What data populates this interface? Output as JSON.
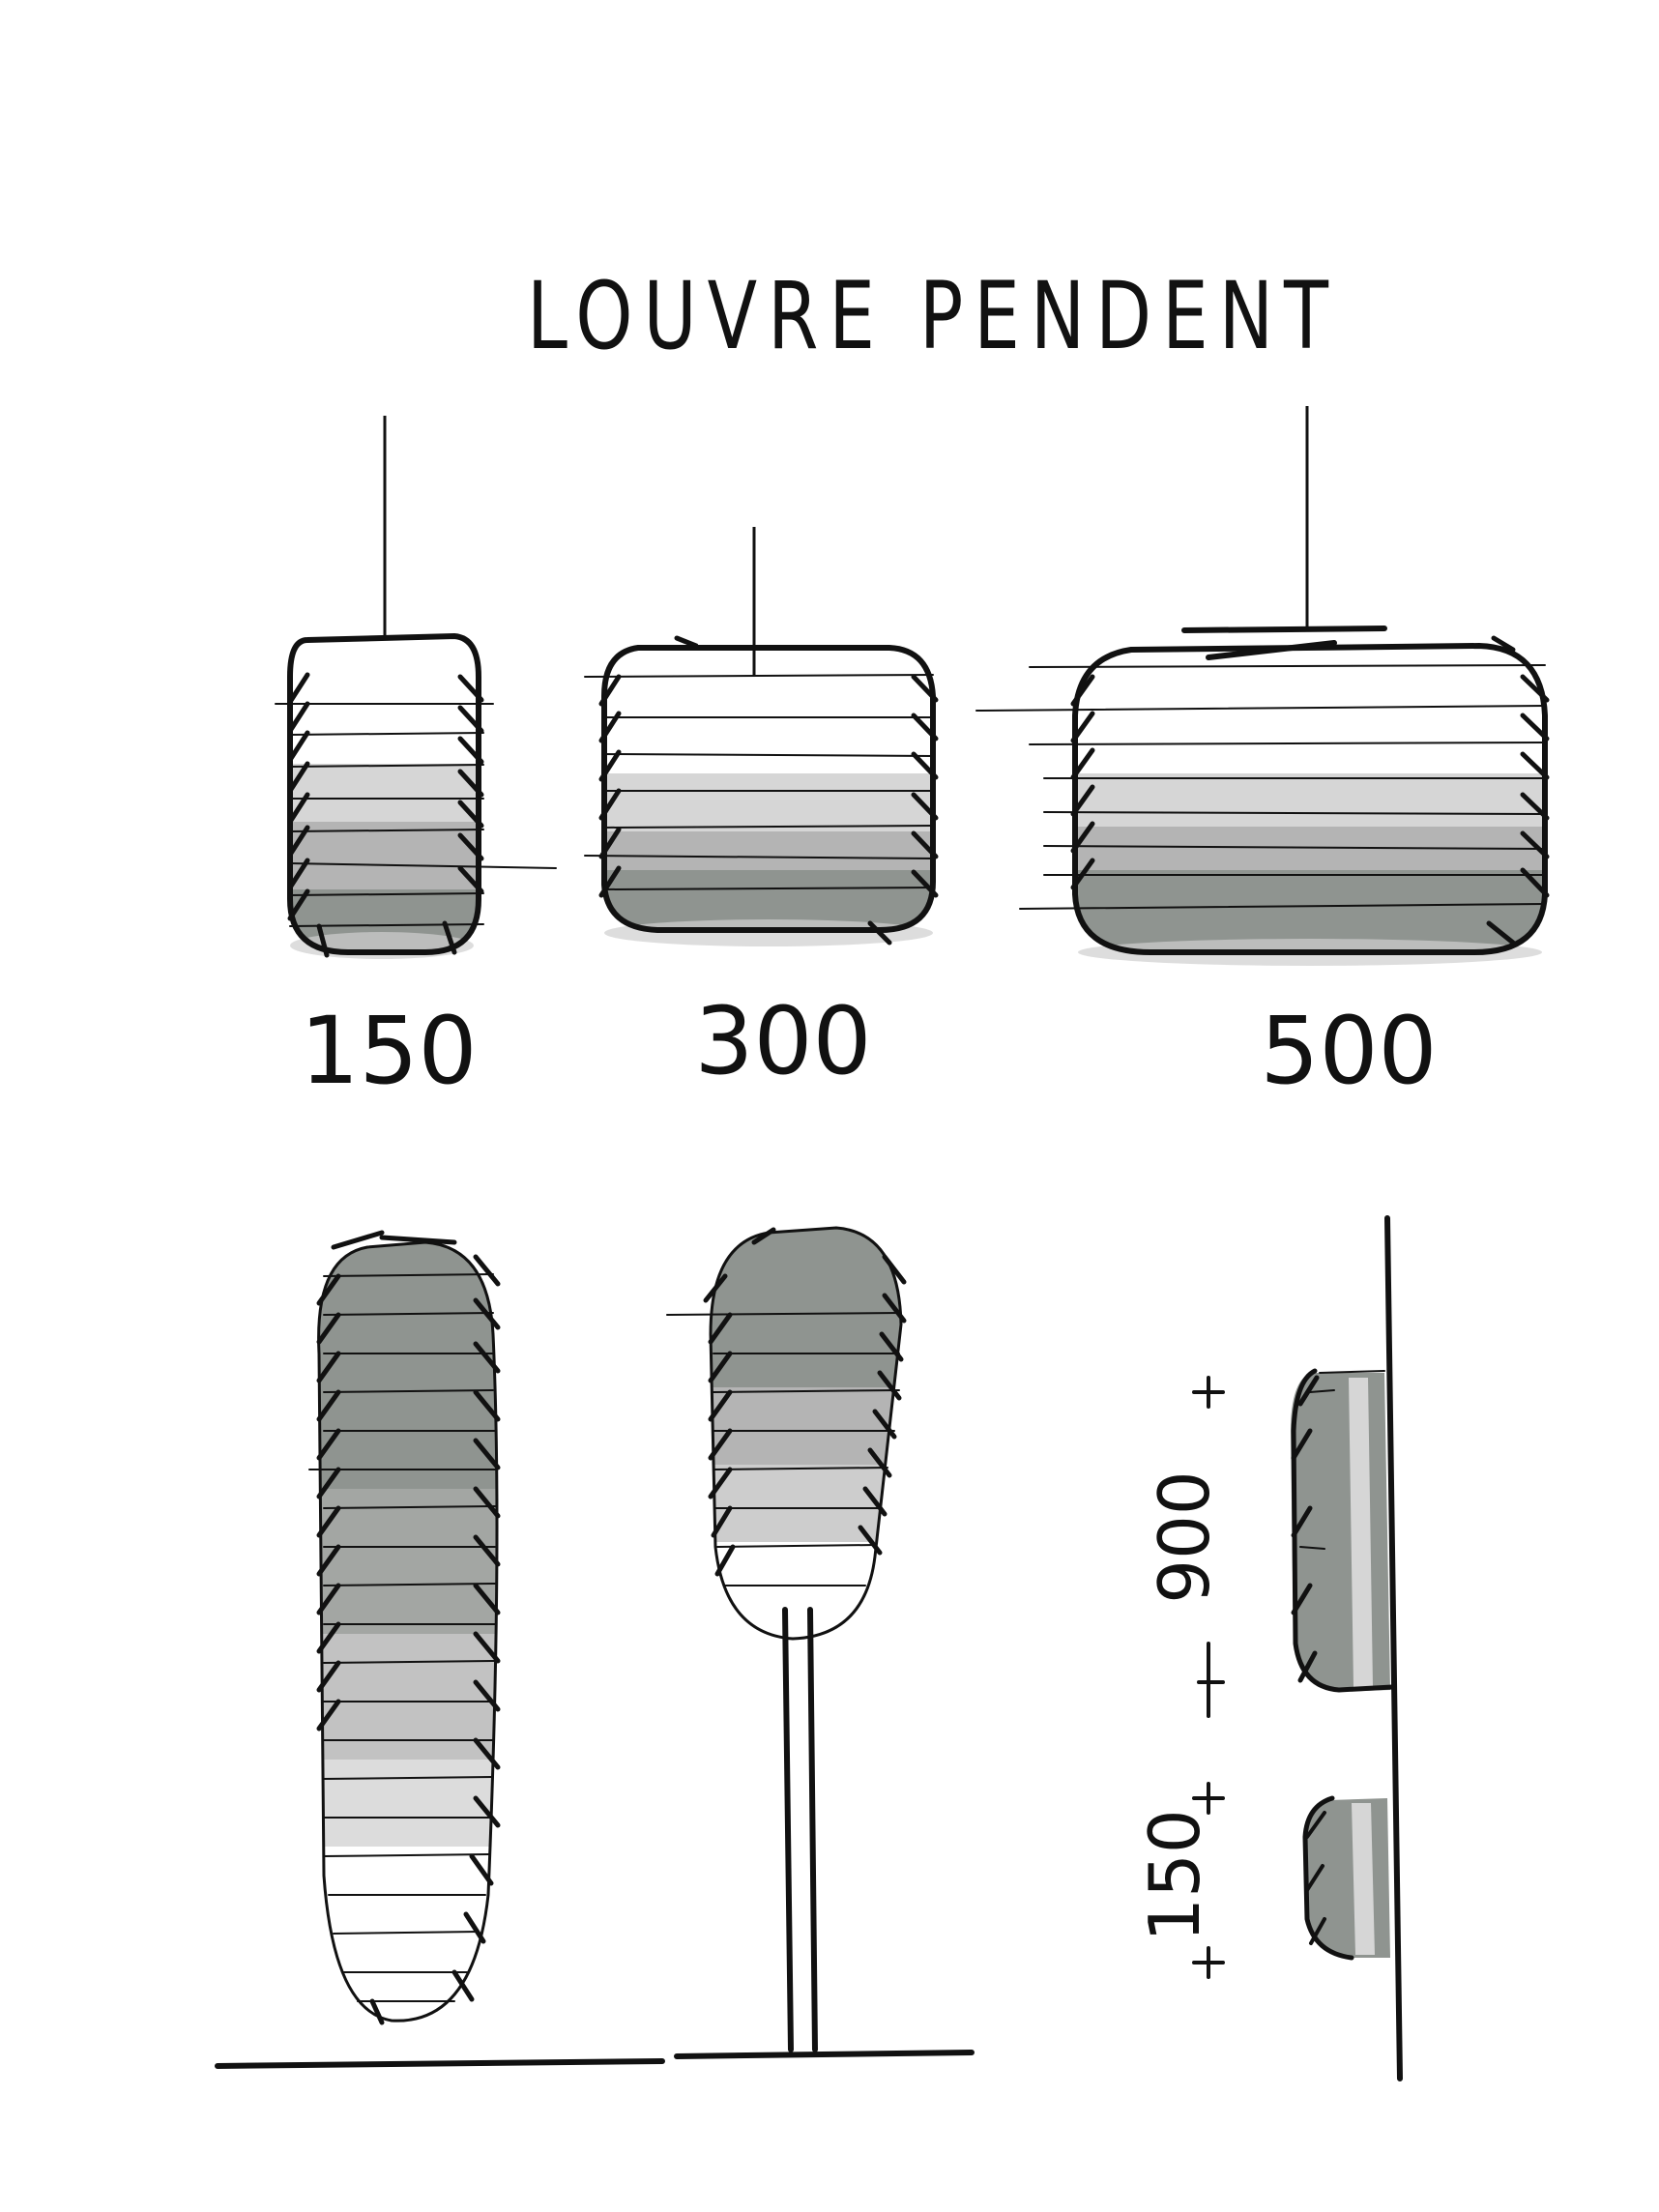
{
  "title": "LOUVRE PENDENT",
  "sizes": [
    "150",
    "300",
    "500"
  ],
  "wall_dims": [
    "900",
    "150"
  ],
  "colors": {
    "ink": "#111111",
    "shade_light": "#d6d6d6",
    "shade_mid": "#b4b4b4",
    "shade_dark": "#8f9490",
    "paper": "#ffffff"
  }
}
